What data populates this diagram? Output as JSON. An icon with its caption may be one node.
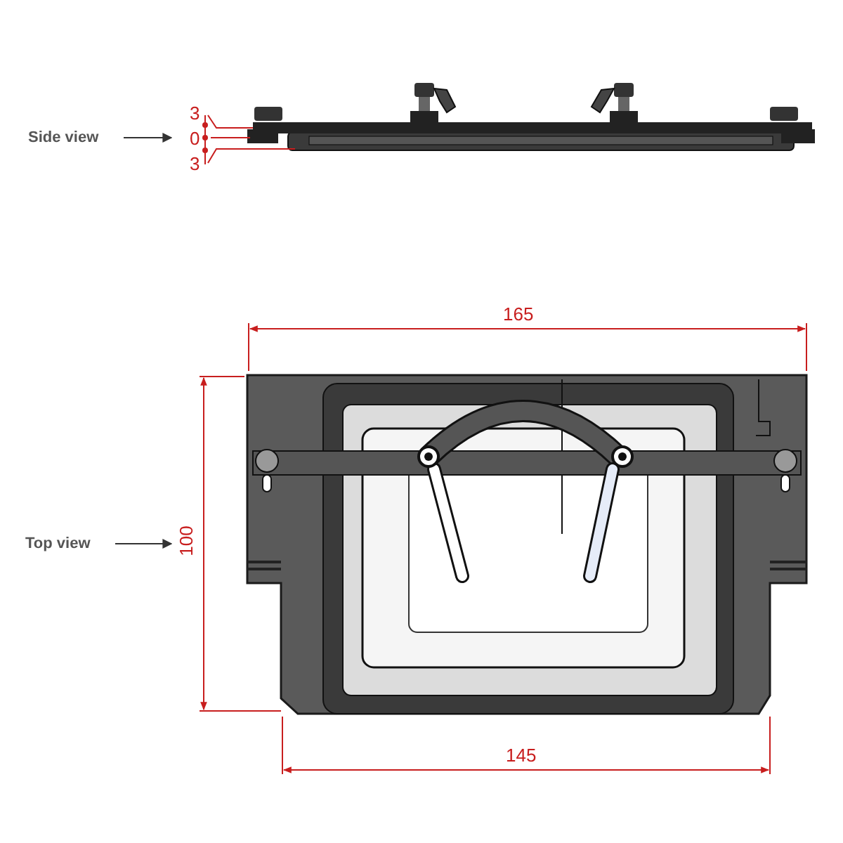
{
  "diagram": {
    "nodes": [
      {
        "text": [
          "Side view"
        ]
      },
      {
        "text": [],
        "shape": "picture"
      },
      {
        "text": [
          "Top view"
        ]
      },
      {
        "text": [],
        "shape": "picture"
      }
    ],
    "edges": [
      {
        "from": 0,
        "to": 1,
        "arrow": "to"
      },
      {
        "from": 2,
        "to": 3,
        "arrow": "to"
      }
    ],
    "labels": [
      "3",
      "0",
      "3",
      "165",
      "100",
      "145"
    ]
  }
}
